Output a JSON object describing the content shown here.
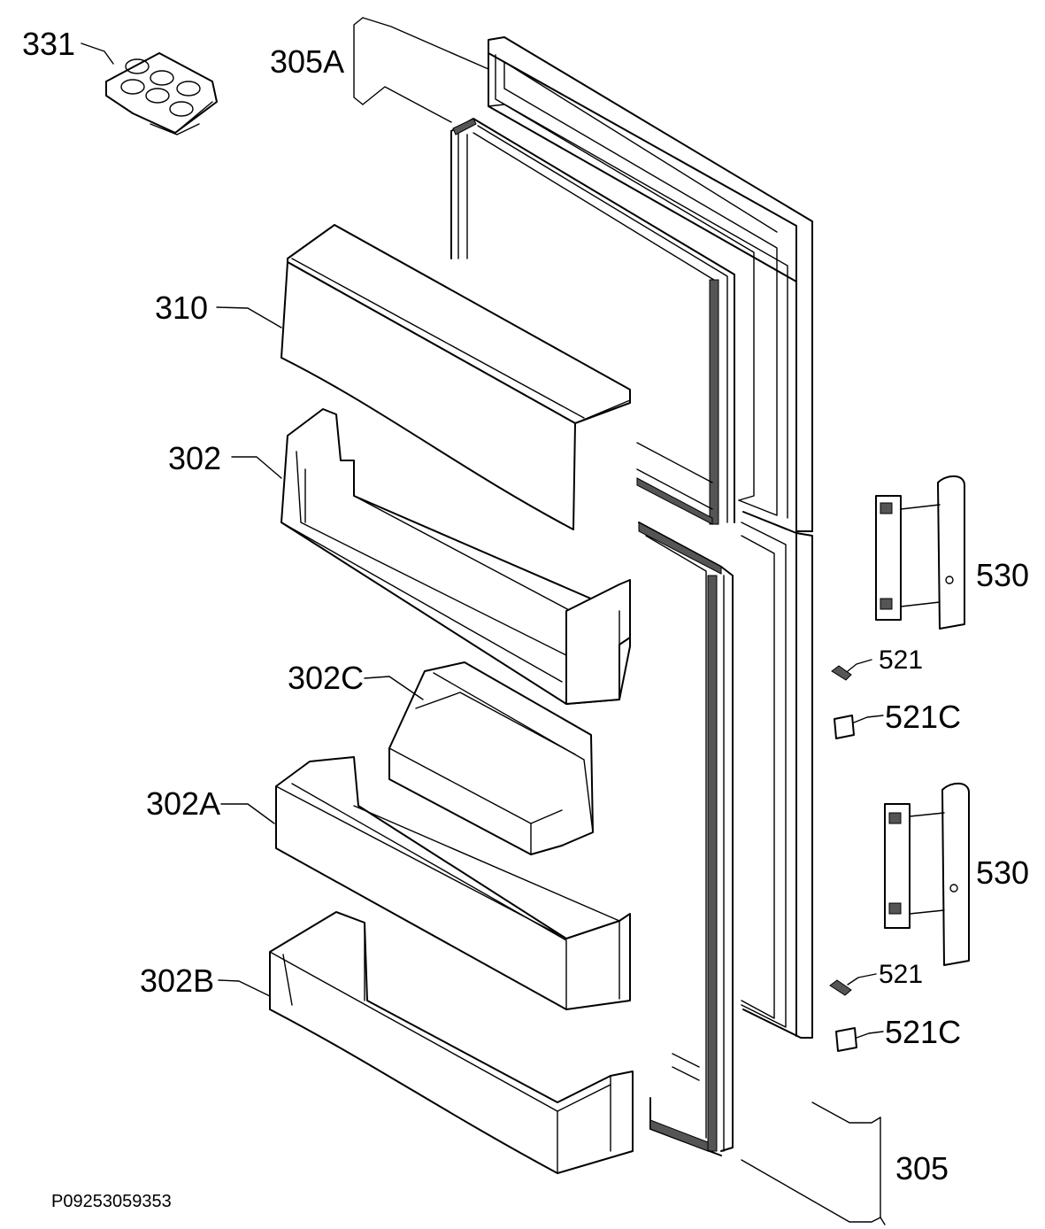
{
  "parts": [
    {
      "id": "331",
      "label": "331"
    },
    {
      "id": "305a",
      "label": "305A"
    },
    {
      "id": "310",
      "label": "310"
    },
    {
      "id": "302",
      "label": "302"
    },
    {
      "id": "302c",
      "label": "302C"
    },
    {
      "id": "302a",
      "label": "302A"
    },
    {
      "id": "302b",
      "label": "302B"
    },
    {
      "id": "530-top",
      "label": "530"
    },
    {
      "id": "530-bottom",
      "label": "530"
    },
    {
      "id": "521-top",
      "label": "521"
    },
    {
      "id": "521c-top",
      "label": "521C"
    },
    {
      "id": "521-bottom",
      "label": "521"
    },
    {
      "id": "521c-bottom",
      "label": "521C"
    },
    {
      "id": "305",
      "label": "305"
    }
  ],
  "document_number": "P09253059353"
}
